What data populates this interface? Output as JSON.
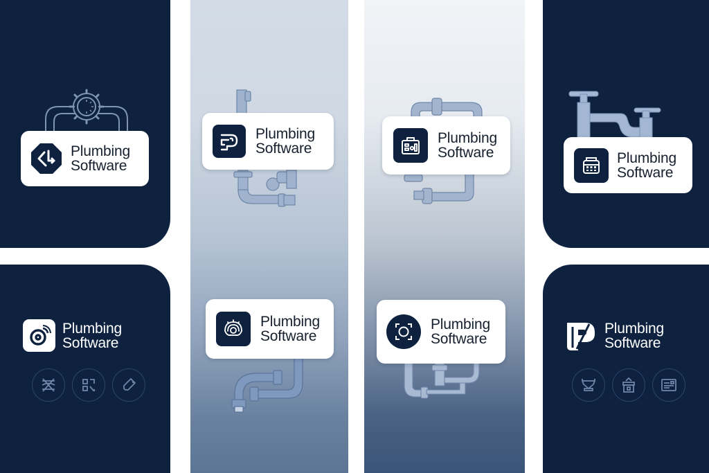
{
  "colors": {
    "navy": "#0e2240",
    "card_bg": "#ffffff",
    "text_dark": "#17202e",
    "text_light": "#ffffff",
    "pipe": "#8ea4c4",
    "outline": "#2e4669"
  },
  "logos": [
    {
      "position": "top-left",
      "line1": "Plumbing",
      "line2": "Software",
      "icon": "octagon-arrow-icon",
      "illustration": "gear-pipe-outline"
    },
    {
      "position": "top-center-left",
      "line1": "Plumbing",
      "line2": "Software",
      "icon": "pipe-p-icon",
      "illustration": "pipe-assembly"
    },
    {
      "position": "top-center-right",
      "line1": "Plumbing",
      "line2": "Software",
      "icon": "toolbox-icon",
      "illustration": "pipe-loop"
    },
    {
      "position": "top-right",
      "line1": "Plumbing",
      "line2": "Software",
      "icon": "calendar-icon",
      "illustration": "faucet-pipes"
    },
    {
      "position": "bottom-left",
      "line1": "Plumbing",
      "line2": "Software",
      "icon": "signal-ring-icon",
      "feature_icons": [
        "pipes-cross-icon",
        "qr-wrench-icon",
        "wrench-icon"
      ]
    },
    {
      "position": "bottom-center-left",
      "line1": "Plumbing",
      "line2": "Software",
      "icon": "gauge-icon",
      "illustration": "elbow-pipes"
    },
    {
      "position": "bottom-center-right",
      "line1": "Plumbing",
      "line2": "Software",
      "icon": "focus-ring-icon",
      "illustration": "drain-trap"
    },
    {
      "position": "bottom-right",
      "line1": "Plumbing",
      "line2": "Software",
      "icon": "p-monogram-icon",
      "feature_icons": [
        "basket-icon",
        "storefront-icon",
        "invoice-icon"
      ]
    }
  ]
}
